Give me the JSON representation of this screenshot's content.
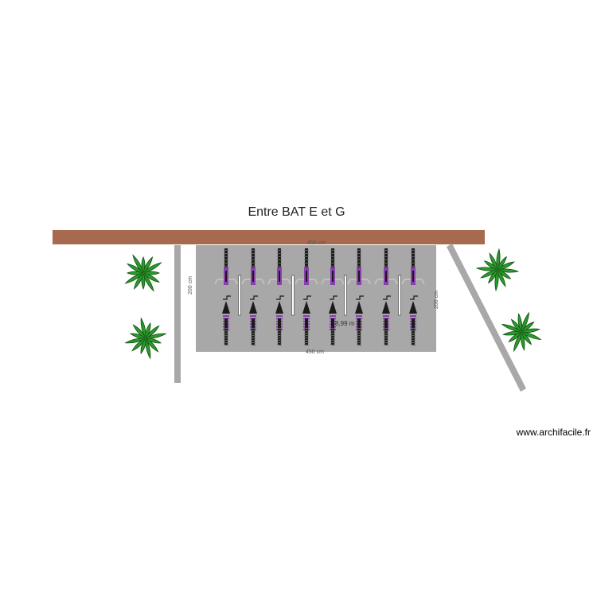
{
  "plan": {
    "title": "Entre BAT E et G",
    "credit": "www.archifacile.fr",
    "dimensions": {
      "top": "450 cm",
      "bottom": "450 cm",
      "left": "200 cm",
      "right": "200 cm",
      "middle": "8,99 m"
    },
    "bike_count": 8,
    "plant_count": 4,
    "colors": {
      "wall": "#a86a4e",
      "floor": "#a8a8a8",
      "post": "#a8a8a8",
      "bike_accent": "#8a3fb0",
      "bike_frame": "#1a1a1a",
      "plant": "#2d9a2d"
    }
  }
}
